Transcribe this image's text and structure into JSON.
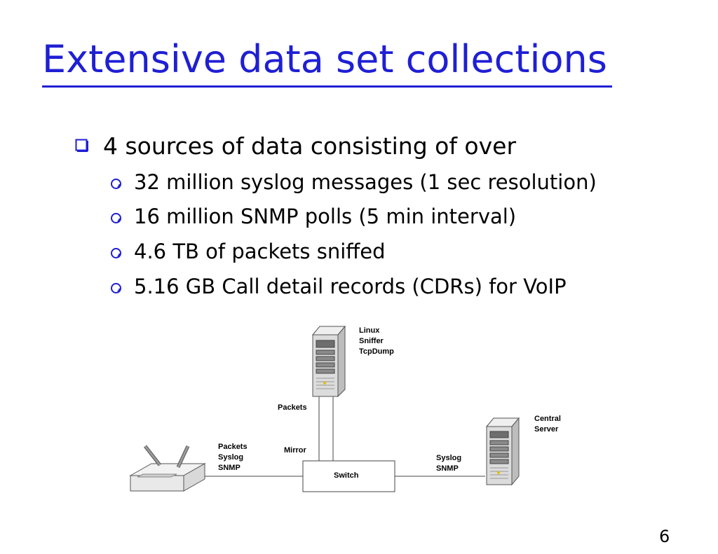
{
  "slide": {
    "title": "Extensive data set collections",
    "bullet": {
      "text": "4 sources of data consisting of over",
      "subs": [
        "32 million syslog messages (1 sec resolution)",
        "16 million SNMP polls (5 min interval)",
        "4.6 TB of packets sniffed",
        "5.16 GB Call detail records (CDRs) for VoIP"
      ]
    },
    "page_number": "6",
    "colors": {
      "title": "#1f1fd4",
      "bullet_marker": "#1f1fd4"
    }
  },
  "diagram": {
    "labels": {
      "linux": "Linux",
      "sniffer": "Sniffer",
      "tcpdump": "TcpDump",
      "packets_top": "Packets",
      "central": "Central",
      "server": "Server",
      "packets_left": "Packets",
      "syslog_left": "Syslog",
      "snmp_left": "SNMP",
      "mirror": "Mirror",
      "switch": "Switch",
      "syslog_right": "Syslog",
      "snmp_right": "SNMP"
    },
    "icons": [
      "server-tower-icon",
      "server-tower-icon",
      "wireless-router-icon",
      "switch-box"
    ]
  }
}
